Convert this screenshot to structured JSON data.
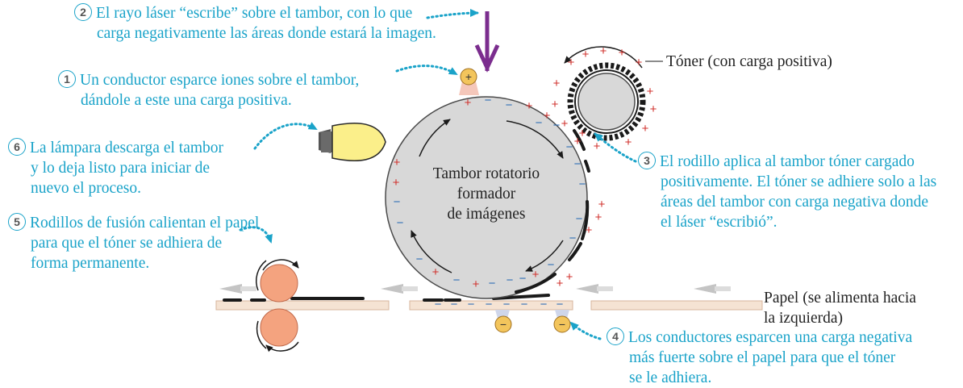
{
  "colors": {
    "callout": "#1aa3c9",
    "drum_fill": "#d8d8d8",
    "laser": "#7b2d8e",
    "positive": "#d0312d",
    "negative": "#2a6cb5",
    "toner": "#1a1a1a",
    "fuser_roller": "#f4a37f",
    "bulb": "#fbef8a",
    "paper": "#f5e3d3",
    "arrow_gray": "#bdbdbd"
  },
  "steps": [
    {
      "num": "2",
      "lines": [
        "El rayo láser “escribe” sobre el tambor, con lo que",
        "carga negativamente las áreas donde estará la imagen."
      ]
    },
    {
      "num": "1",
      "lines": [
        "Un conductor esparce iones sobre el tambor,",
        "dándole a este una carga positiva."
      ]
    },
    {
      "num": "6",
      "lines": [
        "La lámpara descarga el tambor",
        "y lo deja listo para iniciar de",
        "nuevo el proceso."
      ]
    },
    {
      "num": "5",
      "lines": [
        "Rodillos de fusión calientan el papel",
        "para que el tóner se adhiera de",
        "forma permanente."
      ]
    },
    {
      "num": "3",
      "lines": [
        "El rodillo aplica al tambor tóner cargado",
        "positivamente. El tóner se adhiere solo a las",
        "áreas del tambor con carga negativa donde",
        "el láser “escribió”."
      ]
    },
    {
      "num": "4",
      "lines": [
        "Los conductores esparcen una carga negativa",
        "más fuerte sobre el papel para que el tóner",
        "se le adhiera."
      ]
    }
  ],
  "drum_label": [
    "Tambor rotatorio",
    "formador",
    "de imágenes"
  ],
  "toner_label": "Tóner (con carga positiva)",
  "paper_label": [
    "Papel (se alimenta hacia",
    "la izquierda)"
  ],
  "symbols": {
    "plus": "+",
    "minus": "−"
  }
}
